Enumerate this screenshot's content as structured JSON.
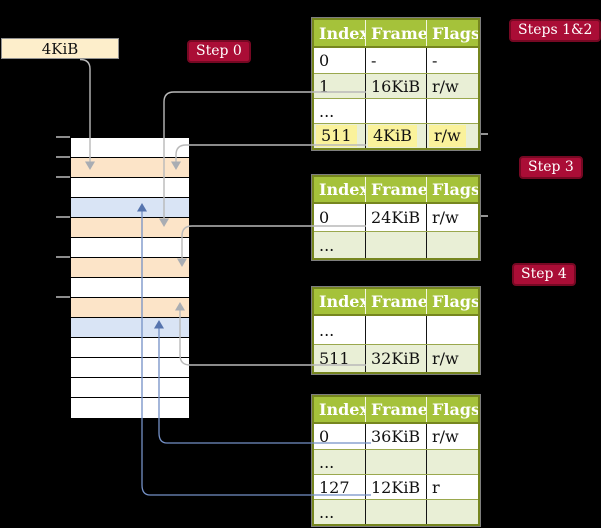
{
  "figure": {
    "description": "Recursive page table translation diagram: physical memory column with frames and four page tables",
    "frame_size_label": "4KiB"
  },
  "step_labels": {
    "step0": "Step 0",
    "steps12": "Steps 1&2",
    "step3": "Step 3",
    "step4": "Step 4"
  },
  "page_tables": [
    {
      "id": "table-steps-1-2",
      "headers": [
        "Index",
        "Frame",
        "Flags"
      ],
      "rows": [
        {
          "index": "0",
          "frame": "-",
          "flags": "-",
          "shaded": false,
          "highlighted": false
        },
        {
          "index": "1",
          "frame": "16KiB",
          "flags": "r/w",
          "shaded": true,
          "highlighted": false,
          "connector": "gray"
        },
        {
          "index": "...",
          "frame": "",
          "flags": "",
          "shaded": false,
          "highlighted": false
        },
        {
          "index": "511",
          "frame": "4KiB",
          "flags": "r/w",
          "shaded": true,
          "highlighted": true,
          "connector": "gray"
        }
      ]
    },
    {
      "id": "table-step-3",
      "headers": [
        "Index",
        "Frame",
        "Flags"
      ],
      "rows": [
        {
          "index": "0",
          "frame": "24KiB",
          "flags": "r/w",
          "shaded": false,
          "highlighted": false,
          "connector": "gray"
        },
        {
          "index": "...",
          "frame": "",
          "flags": "",
          "shaded": true,
          "highlighted": false
        }
      ]
    },
    {
      "id": "table-step-4",
      "headers": [
        "Index",
        "Frame",
        "Flags"
      ],
      "rows": [
        {
          "index": "...",
          "frame": "",
          "flags": "",
          "shaded": false,
          "highlighted": false
        },
        {
          "index": "511",
          "frame": "32KiB",
          "flags": "r/w",
          "shaded": true,
          "highlighted": false,
          "connector": "gray"
        }
      ]
    },
    {
      "id": "table-final",
      "headers": [
        "Index",
        "Frame",
        "Flags"
      ],
      "rows": [
        {
          "index": "0",
          "frame": "36KiB",
          "flags": "r/w",
          "shaded": false,
          "highlighted": false,
          "connector": "blue"
        },
        {
          "index": "...",
          "frame": "",
          "flags": "",
          "shaded": true,
          "highlighted": false
        },
        {
          "index": "127",
          "frame": "12KiB",
          "flags": "r",
          "shaded": false,
          "highlighted": false,
          "connector": "blue"
        },
        {
          "index": "...",
          "frame": "",
          "flags": "",
          "shaded": true,
          "highlighted": false
        }
      ]
    }
  ],
  "memory_column": {
    "cells": [
      "white",
      "orange",
      "white",
      "blue",
      "orange",
      "white",
      "orange",
      "white",
      "orange",
      "blue",
      "white",
      "white",
      "white",
      "white"
    ],
    "tick_count": 6
  },
  "colors": {
    "background": "#000000",
    "badge_red": "#aa0d36",
    "badge_border": "#760823",
    "table_header_green": "#a5c23a",
    "table_border_olive": "#76861f",
    "row_shade_green": "#e9efd6",
    "highlight_yellow": "#faf29b",
    "frame_orange": "#fce4c8",
    "frame_blue": "#d9e4f5",
    "frame_white": "#ffffff",
    "label_cream": "#fdeecb",
    "connector_gray": "#b9b9b9",
    "connector_blue": "#7490c6",
    "arrow_blue_fill": "#5674ae"
  }
}
